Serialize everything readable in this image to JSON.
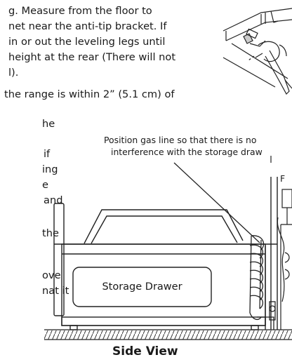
{
  "body_text": {
    "lines": [
      "g. Measure from the floor to",
      "net near the anti-tip bracket. If",
      "in or out the leveling legs until",
      "height at the rear (There will not",
      "l).",
      "the range is within 2” (5.1 cm) of"
    ],
    "left_column": [
      "he",
      "if",
      "ing",
      "e",
      "and",
      "the",
      "ove",
      "nat it"
    ]
  },
  "callout": {
    "line1": "Position gas line so that there is no",
    "line2": "interference with the storage draw"
  },
  "callout_right_fragment": "F",
  "drawer_label": "Storage Drawer",
  "figure_title": "Side View",
  "icons": [
    "wrench-icon",
    "leveling-leg-icon"
  ]
}
